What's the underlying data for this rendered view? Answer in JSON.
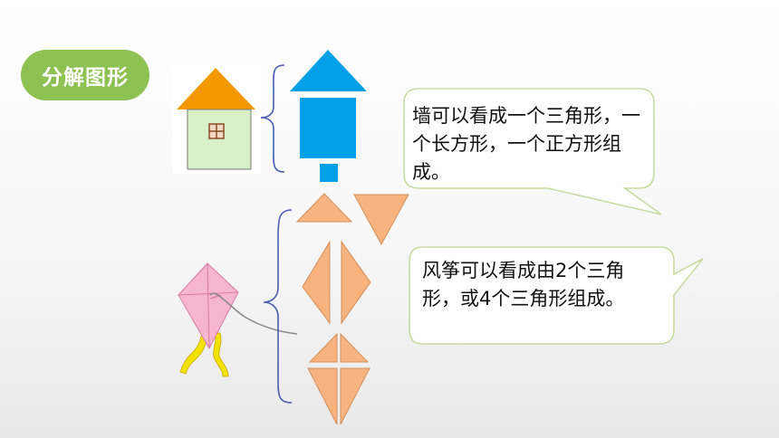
{
  "title": "分解图形",
  "bubbles": {
    "house_caption": "墙可以看成一个三角形，一个长方形，一个正方形组成。",
    "kite_caption": "风筝可以看成由2个三角形，或4个三角形组成。"
  },
  "colors": {
    "title_bg": "#8dc152",
    "roof": "#f39800",
    "wall": "#d8f0c8",
    "house_blue": "#00a0e9",
    "kite_pink": "#f7b6cf",
    "kite_tail": "#f3e200",
    "tri_peach": "#f9b37f",
    "bubble_border": "#c8dca0",
    "brace": "#4a5fb0"
  }
}
